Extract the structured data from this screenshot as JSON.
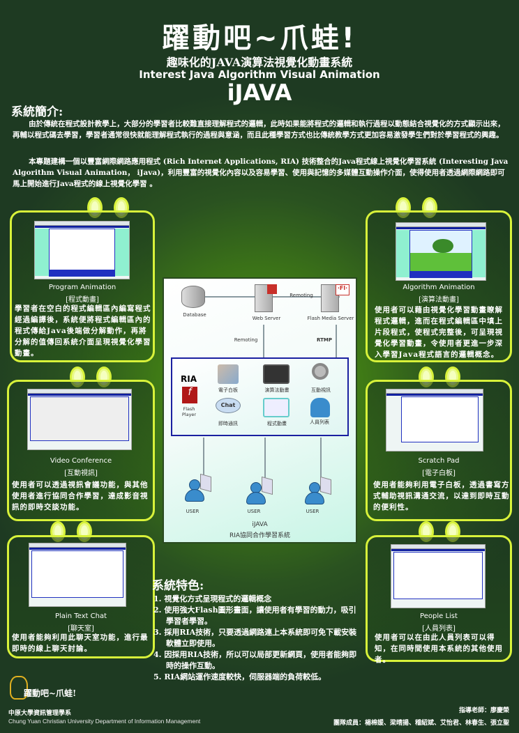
{
  "header": {
    "title": "躍動吧~爪蛙!",
    "subtitle": "趣味化的JAVA演算法視覺化動畫系統",
    "english": "Interest Java Algorithm Visual Animation",
    "name": "iJAVA"
  },
  "intro": {
    "heading": "系統簡介:",
    "p1": "由於傳統在程式設計教學上，大部分的學習者比較難直接理解程式的邏輯，此時如果能將程式的邏輯和執行過程以動態結合視覺化的方式顯示出來，再輔以程式碼去學習，學習者通常很快就能理解程式執行的過程與意涵，而且此種學習方式也比傳統教學方式更加容易激發學生們對於學習程式的興趣。",
    "p2": "本專題建構一個以豐富網際網路應用程式 (Rich Internet Applications, RIA) 技術整合的Java程式線上視覺化學習系統 (Interesting Java Algorithm Visual Animation， iJava)，利用豐富的視覺化內容以及容易學習、使用與記憶的多媒體互動操作介面，使得使用者透過網際網路即可馬上開始進行Java程式的線上視覺化學習 。"
  },
  "panels": [
    {
      "title": "Program Animation",
      "zh": "[程式動畫]",
      "desc": "學習者在空白的程式編輯區內編寫程式經過編譯後，系統便將程式編輯區內的程式傳給Java後端做分解動作，再將分解的值傳回系統介面呈現視覺化學習動畫。"
    },
    {
      "title": "Algorithm Animation",
      "zh": "[演算法動畫]",
      "desc": "使用者可以藉由視覺化學習動畫瞭解程式邏輯，進而在程式編輯區中填上片段程式，使程式完整後，可呈現視覺化學習動畫，令使用者更進一步深入學習Java程式語言的邏輯概念。"
    },
    {
      "title": "Video Conference",
      "zh": "[互動視訊]",
      "desc": "使用者可以透過視訊會議功能，與其他使用者進行協同合作學習，達成影音視訊的即時交談功能。"
    },
    {
      "title": "Scratch Pad",
      "zh": "[電子白板]",
      "desc": "使用者能夠利用電子白板，透過書寫方式輔助視訊溝通交流，以達到即時互動的便利性。"
    },
    {
      "title": "Plain Text Chat",
      "zh": "[聊天室]",
      "desc": "使用者能夠利用此聊天室功能，進行最即時的線上聊天討論。"
    },
    {
      "title": "People List",
      "zh": "[人員列表]",
      "desc": "使用者可以在由此人員列表可以得知，在同時間使用本系統的其他使用者。"
    }
  ],
  "diagram": {
    "database": "Database",
    "web_server": "Web Server",
    "fms": "Flash Media Server",
    "remoting_top": "Remoting",
    "remoting_left": "Remoting",
    "rtmp": "RTMP",
    "ria": "RIA",
    "flash": "Flash Player",
    "fl_logo": "·Fl·",
    "chat": "Chat",
    "items": [
      "電子白板",
      "演算法動畫",
      "互動視訊",
      "即時通訊",
      "程式動畫",
      "人員列表"
    ],
    "user": "USER",
    "caption1": "iJAVA",
    "caption2": "RIA協同合作學習系統"
  },
  "features": {
    "heading": "系統特色:",
    "items": [
      "1. 視覺化方式呈現程式的邏輯概念",
      "2. 使用強大Flash圖形畫面，讓使用者有學習的動力，吸引學習者學習。",
      "3. 採用RIA技術，只要透過網路連上本系統即可免下載安裝軟體立即使用。",
      "4. 因採用RIA技術，所以可以局部更新網頁，使用者能夠即時的操作互動。",
      "5. RIA網站運作速度較快，伺服器端的負荷較低。"
    ]
  },
  "footer": {
    "logo_text": "躍動吧~爪蛙!",
    "dept_zh": "中原大學資訊管理學系",
    "dept_en": "Chung Yuan Christian University Department of Information Management",
    "advisor": "指導老師：廖慶榮",
    "members": "團隊成員：楊棉媛、梁晴揚、稽紹斌、艾怡君、林春生、張立聖"
  }
}
